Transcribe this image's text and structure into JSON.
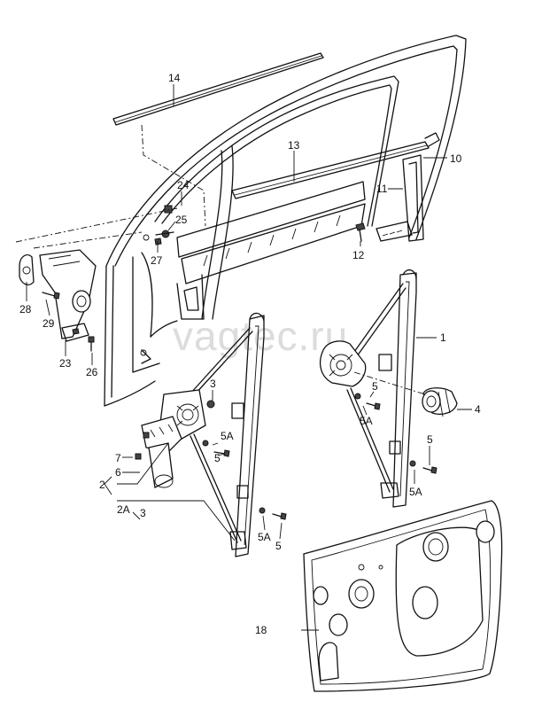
{
  "watermark": "vagtec.ru",
  "labels": {
    "l1": "1",
    "l2": "2",
    "l2a": "2A",
    "l3a": "3",
    "l3b": "3",
    "l4": "4",
    "l5a": "5",
    "l5b": "5",
    "l5c": "5",
    "l5d": "5",
    "l5Aa": "5A",
    "l5Ab": "5A",
    "l5Ac": "5A",
    "l5Ad": "5A",
    "l6": "6",
    "l7": "7",
    "l10": "10",
    "l11": "11",
    "l12": "12",
    "l13": "13",
    "l14": "14",
    "l18": "18",
    "l23": "23",
    "l24": "24",
    "l25": "25",
    "l26": "26",
    "l27": "27",
    "l28": "28",
    "l29": "29"
  }
}
